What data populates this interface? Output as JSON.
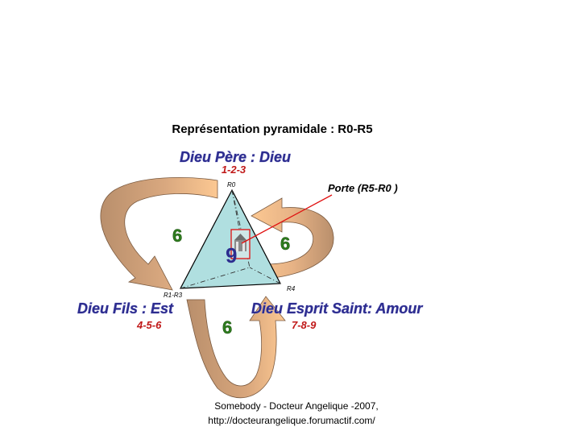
{
  "title": "Représentation pyramidale : R0-R5",
  "roles": {
    "pere": {
      "label": "Dieu Père : Dieu",
      "numbers": "1-2-3"
    },
    "fils": {
      "label": "Dieu Fils : Est",
      "numbers": "4-5-6"
    },
    "esprit": {
      "label": "Dieu Esprit Saint: Amour",
      "numbers": "7-8-9"
    }
  },
  "vertices": {
    "top": "R0",
    "left": "R1-R3",
    "right": "R4"
  },
  "values": {
    "left_six": "6",
    "right_six": "6",
    "bottom_six": "6",
    "center": "9"
  },
  "porte_label": "Porte (R5-R0 )",
  "footer": {
    "line1": "Somebody - Docteur Angelique -2007,",
    "line2": "http://docteurangelique.forumactif.com/"
  },
  "colors": {
    "triangle": "#b0dfe0",
    "arrow_light": "#fcc892",
    "arrow_dark": "#b98f6c",
    "role_text": "#2d2d8f",
    "numbers": "#c01818",
    "six": "#2e7d1e",
    "pointer": "#e01010"
  }
}
